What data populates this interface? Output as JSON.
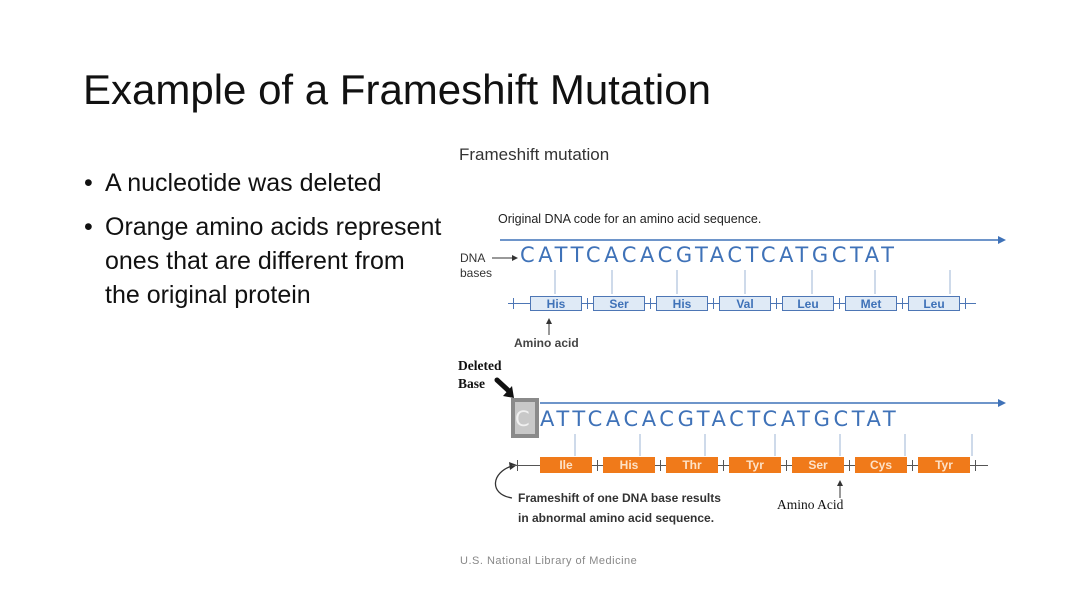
{
  "slide": {
    "title": "Example of a Frameshift Mutation",
    "bullets": [
      "A nucleotide was deleted",
      "Orange amino acids represent ones that are different from the original protein"
    ]
  },
  "figure": {
    "title": "Frameshift mutation",
    "caption": "Original DNA code for an amino acid sequence.",
    "dna_label_1": "DNA",
    "dna_label_2": "bases",
    "original_bases": "CATTCACACGTACTCATGCTAT",
    "original_amino_acids": [
      "His",
      "Ser",
      "His",
      "Val",
      "Leu",
      "Met",
      "Leu"
    ],
    "amino_acid_label": "Amino acid",
    "deleted_label_1": "Deleted",
    "deleted_label_2": "Base",
    "deleted_base": "C",
    "mutated_bases": "ATTCACACGTACTCATGCTAT",
    "mutated_amino_acids": [
      "Ile",
      "His",
      "Thr",
      "Tyr",
      "Ser",
      "Cys",
      "Tyr"
    ],
    "frameshift_note_1": "Frameshift of one DNA base results",
    "frameshift_note_2": "in abnormal amino acid sequence.",
    "amino_acid_label_2": "Amino Acid",
    "credit": "U.S. National Library of Medicine",
    "colors": {
      "original_blue": "#3f72b8",
      "mutated_orange": "#f07a1a",
      "deleted_gray": "#8a8a8a"
    }
  }
}
